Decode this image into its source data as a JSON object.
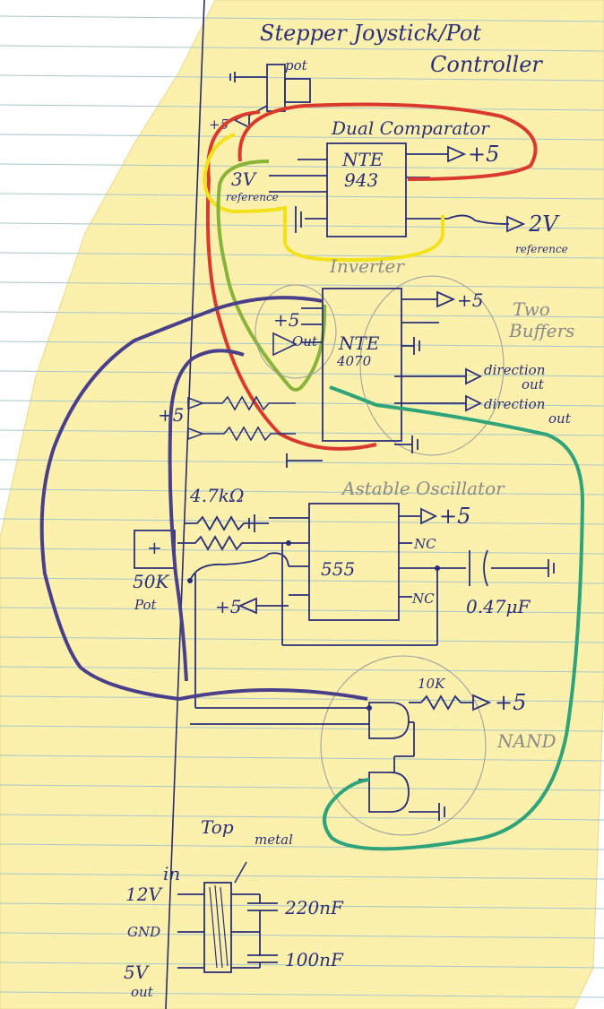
{
  "title": {
    "line1": "Stepper   Joystick/Pot",
    "line2": "Controller"
  },
  "labels": {
    "pot_top": "pot",
    "plus5_top": "+5",
    "dual_comparator": "Dual Comparator",
    "ic1_line1": "NTE",
    "ic1_line2": "943",
    "plus5_c": "+5",
    "ref3v_line1": "3V",
    "ref3v_line2": "reference",
    "ref2v_line1": "2V",
    "ref2v_line2": "reference",
    "inverter": "Inverter",
    "two_buffers_line1": "Two",
    "two_buffers_line2": "Buffers",
    "inv_plus5": "+5",
    "inv_out": "Out",
    "ic2_line1": "NTE",
    "ic2_line2": "4070",
    "plus5_b": "+5",
    "direction_out_1a": "direction",
    "direction_out_1b": "out",
    "direction_out_2a": "direction",
    "direction_out_2b": "out",
    "plus5_left": "+5",
    "astable": "Astable Oscillator",
    "r47k": "4.7kΩ",
    "plus5_555": "+5",
    "nc1": "NC",
    "ic3": "555",
    "nc2": "NC",
    "cap047": "0.47μF",
    "pot50k_line1": "50K",
    "pot50k_line2": "Pot",
    "plus5_555_left": "+5",
    "r10k": "10K",
    "plus5_nand": "+5",
    "nand": "NAND",
    "top_label": "Top",
    "metal_label": "metal",
    "in_label": "in",
    "v12": "12V",
    "gnd": "GND",
    "v5_line1": "5V",
    "v5_line2": "out",
    "c220": "220nF",
    "c100": "100nF"
  },
  "colors": {
    "paper": "#fcf0ad",
    "rule_line": "#a9c7c9",
    "margin_line": "#2a2a6a",
    "ink": "#2b2f7a",
    "red": "#d93a2d",
    "yellow": "#f2e21c",
    "green": "#8ab33a",
    "purple": "#4a3f8a",
    "teal": "#2fa37a"
  }
}
